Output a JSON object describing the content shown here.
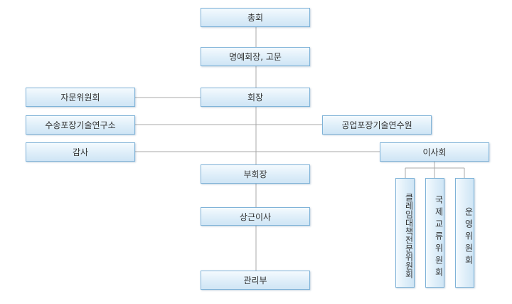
{
  "nodes": {
    "chongHoe": "총회",
    "honorary": "명예회장, 고문",
    "advisoryCommittee": "자문위원회",
    "chairman": "회장",
    "transportLab": "수송포장기술연구소",
    "industrialInstitute": "공업포장기술연수원",
    "audit": "감사",
    "board": "이사회",
    "viceChairman": "부회장",
    "standingDirector": "상근이사",
    "management": "관리부",
    "climateCommittee": "클레임대책전문위원회",
    "intlCommittee": "국제교류위원회",
    "operationCommittee": "운영위원회"
  },
  "colors": {
    "box_border": "#7fb3d8",
    "box_fill_top": "#f4fafe",
    "box_fill_bottom": "#cfe5f5",
    "connector": "#a8a8a8",
    "text": "#333333"
  }
}
